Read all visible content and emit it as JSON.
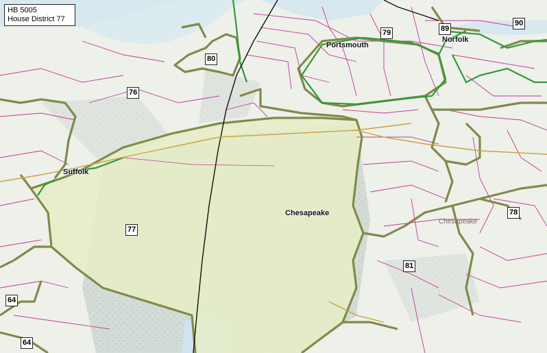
{
  "title": {
    "line1": "HB 5005",
    "line2": "House District 77"
  },
  "districts": [
    {
      "id": "d80",
      "label": "80"
    },
    {
      "id": "d76",
      "label": "76"
    },
    {
      "id": "d79",
      "label": "79"
    },
    {
      "id": "d89",
      "label": "89"
    },
    {
      "id": "d90",
      "label": "90"
    },
    {
      "id": "d77",
      "label": "77"
    },
    {
      "id": "d78",
      "label": "78"
    },
    {
      "id": "d81",
      "label": "81"
    },
    {
      "id": "d64a",
      "label": "64"
    },
    {
      "id": "d64b",
      "label": "64"
    }
  ],
  "places": [
    {
      "id": "portsmouth",
      "label": "Portsmouth"
    },
    {
      "id": "norfolk",
      "label": "Norfolk"
    },
    {
      "id": "suffolk",
      "label": "Suffolk"
    },
    {
      "id": "chesapeake",
      "label": "Chesapeake"
    },
    {
      "id": "chesapeake-town",
      "label": "Chesapeake"
    }
  ],
  "colors": {
    "background": "#eef0ea",
    "district_fill": "#e6edc6",
    "district_border": "#7f8a4a",
    "precinct_line": "#c0399a",
    "county_line": "#2f9a3a",
    "split_line": "#111111",
    "wetland": "#cfd9d6",
    "water": "#cfe3f0"
  }
}
